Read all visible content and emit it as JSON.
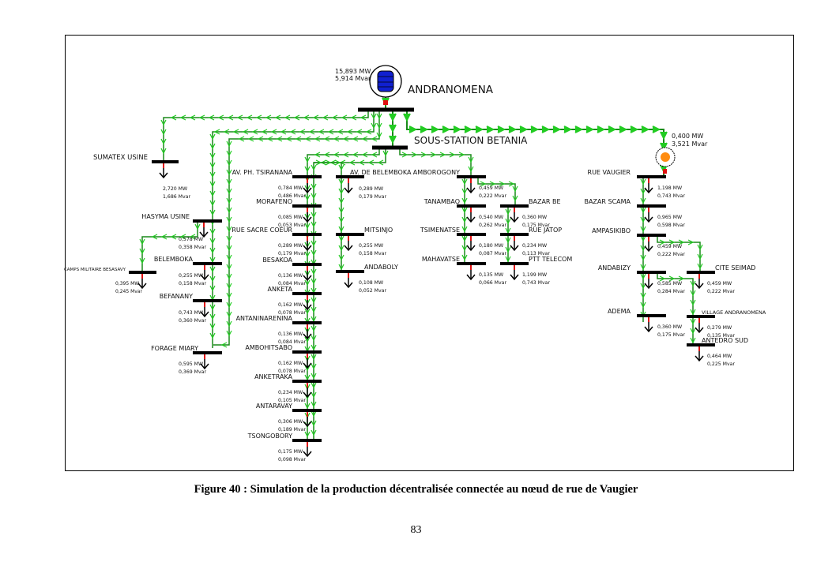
{
  "figure": {
    "caption": "Figure 40 : Simulation de la production décentralisée connectée au nœud de rue de Vaugier",
    "page_number": "83"
  },
  "colors": {
    "line": "#1a8a1a",
    "arrow": "#22cc22",
    "bus": "#000000",
    "breaker": "#e01010",
    "generator_main": "#1020d0",
    "generator_dg": "#ff8c10"
  },
  "sources": {
    "main": {
      "name": "ANDRANOMENA",
      "icon": "generator-icon",
      "p": "15,893 MW",
      "q": "5,914 Mvar"
    },
    "dg": {
      "name": "RUE VAUGIER",
      "icon": "pv-generator-icon",
      "p": "0,400 MW",
      "q": "3,521 Mvar"
    }
  },
  "substation": {
    "name": "SOUS-STATION BETANIA"
  },
  "buses": [
    {
      "id": "sumatex",
      "name": "SUMATEX USINE",
      "p": "2,720 MW",
      "q": "1,686 Mvar"
    },
    {
      "id": "hasyma",
      "name": "HASYMA USINE",
      "p": "0,578 MW",
      "q": "0,358 Mvar"
    },
    {
      "id": "camps",
      "name": "CAMPS MILITAIRE BESASAVY",
      "p": "0,395 MW",
      "q": "0,245 Mvar"
    },
    {
      "id": "belemboka",
      "name": "BELEMBOKA",
      "p": "0,255 MW",
      "q": "0,158 Mvar"
    },
    {
      "id": "befanany",
      "name": "BEFANANY",
      "p": "0,743 MW",
      "q": "0,360 Mvar"
    },
    {
      "id": "forage",
      "name": "FORAGE MIARY",
      "p": "0,595 MW",
      "q": "0,369 Mvar"
    },
    {
      "id": "tsiranana",
      "name": "AV. PH. TSIRANANA",
      "p": "0,784 MW",
      "q": "0,486 Mvar"
    },
    {
      "id": "morafeno",
      "name": "MORAFENO",
      "p": "0,085 MW",
      "q": "0,053 Mvar"
    },
    {
      "id": "sacrecoeur",
      "name": "RUE SACRE COEUR",
      "p": "0,289 MW",
      "q": "0,179 Mvar"
    },
    {
      "id": "besakoa",
      "name": "BESAKOA",
      "p": "0,136 MW",
      "q": "0,084 Mvar"
    },
    {
      "id": "anketa",
      "name": "ANKETA",
      "p": "0,162 MW",
      "q": "0,078 Mvar"
    },
    {
      "id": "antaninarenina",
      "name": "ANTANINARENINA",
      "p": "0,136 MW",
      "q": "0,084 Mvar"
    },
    {
      "id": "ambohitsabo",
      "name": "AMBOHITSABO",
      "p": "0,162 MW",
      "q": "0,078 Mvar"
    },
    {
      "id": "anketraka",
      "name": "ANKETRAKA",
      "p": "0,234 MW",
      "q": "0,105 Mvar"
    },
    {
      "id": "antaravay",
      "name": "ANTARAVAY",
      "p": "0,306 MW",
      "q": "0,189 Mvar"
    },
    {
      "id": "tsongobory",
      "name": "TSONGOBORY",
      "p": "0,175 MW",
      "q": "0,098 Mvar"
    },
    {
      "id": "avbelemboka",
      "name": "AV. DE BELEMBOKA",
      "p": "0,289 MW",
      "q": "0,179 Mvar"
    },
    {
      "id": "mitsinjo",
      "name": "MITSINJO",
      "p": "0,255 MW",
      "q": "0,158 Mvar"
    },
    {
      "id": "andaboly",
      "name": "ANDABOLY",
      "p": "0,108 MW",
      "q": "0,052 Mvar"
    },
    {
      "id": "amborogony",
      "name": "AMBOROGONY",
      "p": "0,459 MW",
      "q": "0,222 Mvar"
    },
    {
      "id": "tanambao",
      "name": "TANAMBAO",
      "p": "0,540 MW",
      "q": "0,262 Mvar"
    },
    {
      "id": "tsimenatse",
      "name": "TSIMENATSE",
      "p": "0,180 MW",
      "q": "0,087 Mvar"
    },
    {
      "id": "mahavatse",
      "name": "MAHAVATSE",
      "p": "0,135 MW",
      "q": "0,066 Mvar"
    },
    {
      "id": "bazarbe",
      "name": "BAZAR BE",
      "p": "0,360 MW",
      "q": "0,175 Mvar"
    },
    {
      "id": "ruejatop",
      "name": "RUE JATOP",
      "p": "0,234 MW",
      "q": "0,113 Mvar"
    },
    {
      "id": "ptt",
      "name": "PTT TELECOM",
      "p": "1,199 MW",
      "q": "0,743 Mvar"
    },
    {
      "id": "vaugier",
      "name": "RUE VAUGIER",
      "p": "1,198 MW",
      "q": "0,743 Mvar"
    },
    {
      "id": "bazarscama",
      "name": "BAZAR SCAMA",
      "p": "0,965 MW",
      "q": "0,598 Mvar"
    },
    {
      "id": "ampasikibo",
      "name": "AMPASIKIBO",
      "p": "0,459 MW",
      "q": "0,222 Mvar"
    },
    {
      "id": "andabizy",
      "name": "ANDABIZY",
      "p": "0,585 MW",
      "q": "0,284 Mvar"
    },
    {
      "id": "adema",
      "name": "ADEMA",
      "p": "0,360 MW",
      "q": "0,175 Mvar"
    },
    {
      "id": "citeseimad",
      "name": "CITE SEIMAD",
      "p": "0,459 MW",
      "q": "0,222 Mvar"
    },
    {
      "id": "village",
      "name": "VILLAGE ANDRANOMENA",
      "p": "0,279 MW",
      "q": "0,135 Mvar"
    },
    {
      "id": "antedro",
      "name": "ANTEDRO SUD",
      "p": "0,464 MW",
      "q": "0,225 Mvar"
    }
  ]
}
